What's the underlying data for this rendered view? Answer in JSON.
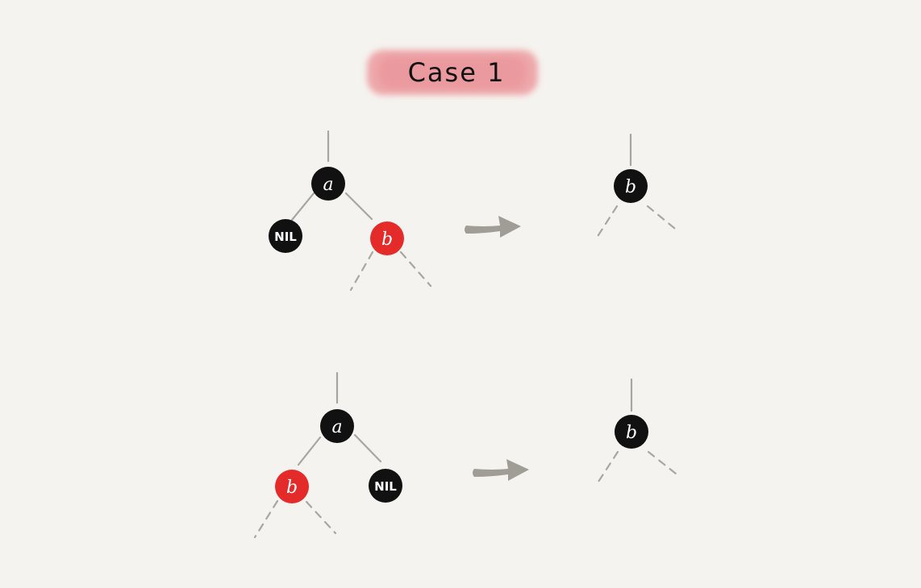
{
  "title": "Case 1",
  "colors": {
    "background": "#f5f3ef",
    "title_highlight": "#ec9a9e",
    "black_node": "#111111",
    "red_node": "#e52a2a",
    "edge": "#a8a6a2",
    "arrow": "#a09d96"
  },
  "rows": [
    {
      "before": {
        "root": {
          "label": "a",
          "color": "black"
        },
        "left_child": {
          "label": "NIL",
          "color": "black"
        },
        "right_child": {
          "label": "b",
          "color": "red"
        }
      },
      "after": {
        "root": {
          "label": "b",
          "color": "black"
        }
      }
    },
    {
      "before": {
        "root": {
          "label": "a",
          "color": "black"
        },
        "left_child": {
          "label": "b",
          "color": "red"
        },
        "right_child": {
          "label": "NIL",
          "color": "black"
        }
      },
      "after": {
        "root": {
          "label": "b",
          "color": "black"
        }
      }
    }
  ]
}
